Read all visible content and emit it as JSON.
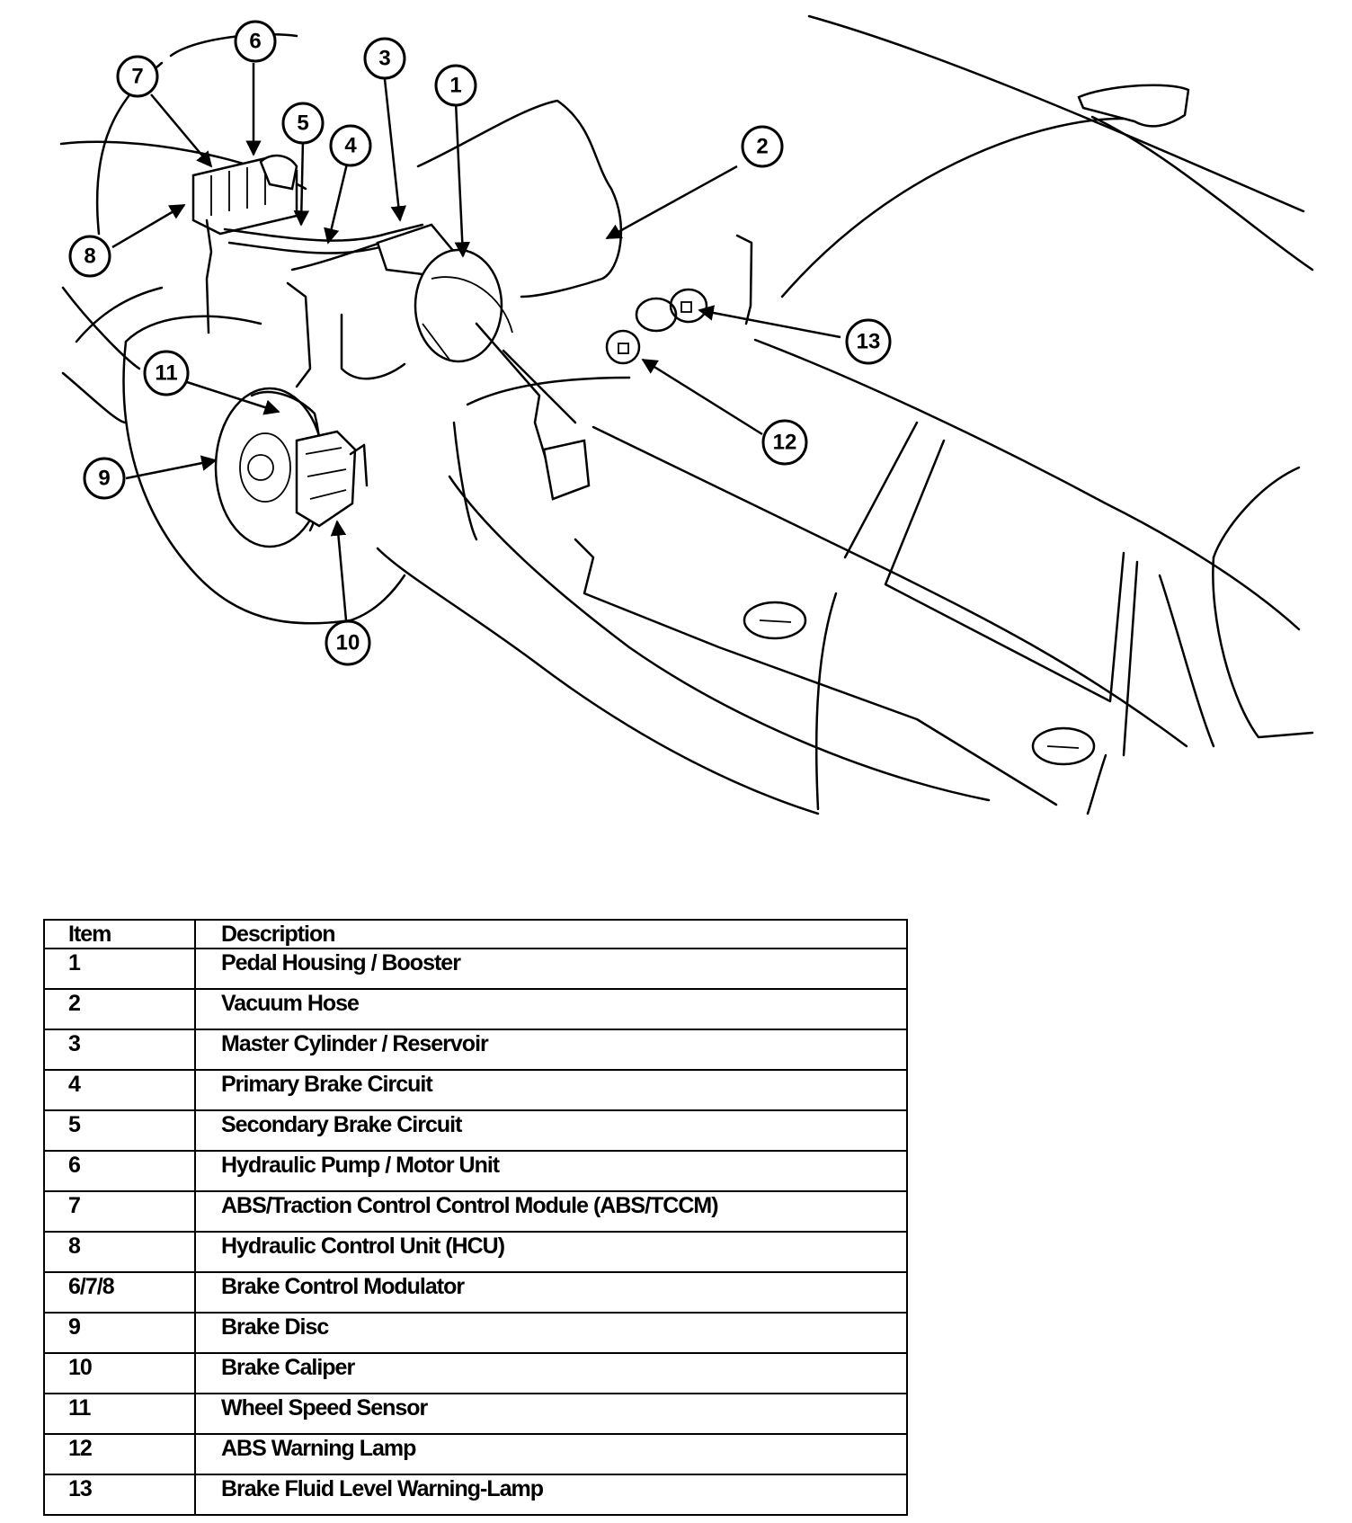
{
  "callouts": [
    "1",
    "2",
    "3",
    "4",
    "5",
    "6",
    "7",
    "8",
    "9",
    "10",
    "11",
    "12",
    "13"
  ],
  "table": {
    "headers": {
      "item": "Item",
      "description": "Description"
    },
    "rows": [
      {
        "item": "1",
        "description": "Pedal Housing / Booster"
      },
      {
        "item": "2",
        "description": "Vacuum Hose"
      },
      {
        "item": "3",
        "description": "Master Cylinder / Reservoir"
      },
      {
        "item": "4",
        "description": "Primary Brake Circuit"
      },
      {
        "item": "5",
        "description": "Secondary Brake Circuit"
      },
      {
        "item": "6",
        "description": "Hydraulic Pump / Motor Unit"
      },
      {
        "item": "7",
        "description": "ABS/Traction Control Control Module (ABS/TCCM)"
      },
      {
        "item": "8",
        "description": "Hydraulic Control Unit (HCU)"
      },
      {
        "item": "6/7/8",
        "description": "Brake Control Modulator"
      },
      {
        "item": "9",
        "description": "Brake Disc"
      },
      {
        "item": "10",
        "description": "Brake Caliper"
      },
      {
        "item": "11",
        "description": "Wheel Speed Sensor"
      },
      {
        "item": "12",
        "description": "ABS Warning Lamp"
      },
      {
        "item": "13",
        "description": "Brake Fluid Level Warning-Lamp"
      }
    ]
  }
}
